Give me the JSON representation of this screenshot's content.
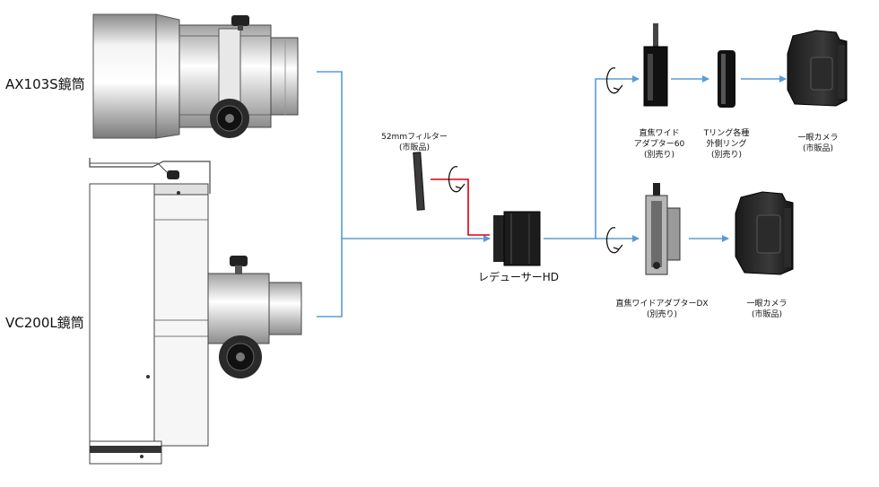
{
  "labels": {
    "ax103s": "AX103S鏡筒",
    "vc200l": "VC200L鏡筒",
    "filter_title": "52mmフィルター",
    "filter_sub": "(市販品)",
    "reducer": "レデューサーHD",
    "wide60_line1": "直焦ワイド",
    "wide60_line2": "アダプター60",
    "wide60_line3": "(別売り)",
    "tring_line1": "Tリング各種",
    "tring_line2": "外側リング",
    "tring_line3": "(別売り)",
    "camera1_line1": "一眼カメラ",
    "camera1_line2": "(市販品)",
    "widedx_line1": "直焦ワイドアダプターDX",
    "widedx_line2": "(別売り)",
    "camera2_line1": "一眼カメラ",
    "camera2_line2": "(市販品)"
  },
  "colors": {
    "connector": "#5b9bd5",
    "filter_path": "#d9000f",
    "line_art": "#222222",
    "body_fill": "#f2f2f2"
  },
  "icons": {
    "rotation": "rotate-arrow-icon",
    "arrow": "arrowhead"
  }
}
